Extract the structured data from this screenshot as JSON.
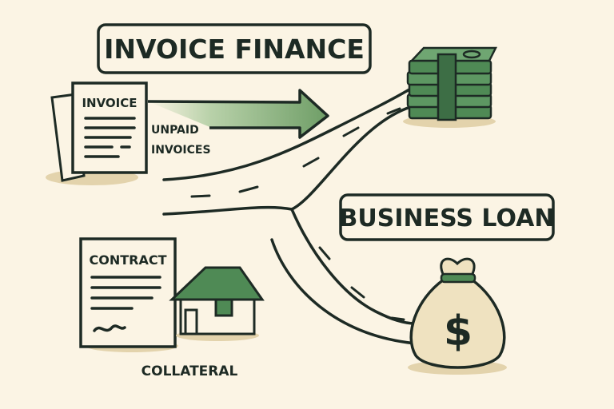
{
  "title": "INVOICE FINANCE",
  "invoice": {
    "doc_label": "INVOICE",
    "arrow_label_line1": "UNPAID",
    "arrow_label_line2": "INVOICES"
  },
  "loan": {
    "title": "BUSINESS LOAN",
    "bag_symbol": "$"
  },
  "collateral": {
    "doc_label": "CONTRACT",
    "caption": "COLLATERAL"
  },
  "colors": {
    "background": "#fbf4e4",
    "ink": "#1d2a24",
    "green": "#4f8a55",
    "dark_green": "#3d6e45",
    "bag": "#efe2c0"
  }
}
